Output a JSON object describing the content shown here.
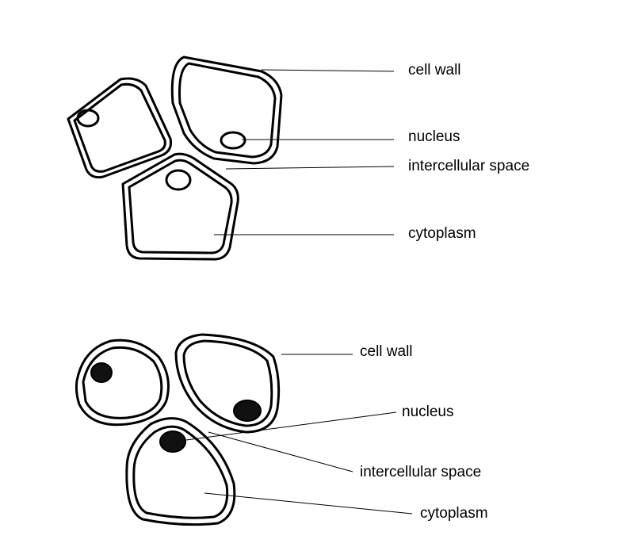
{
  "diagrams": [
    {
      "labels": {
        "cell_wall": "cell wall",
        "nucleus": "nucleus",
        "intercellular_space": "intercellular space",
        "cytoplasm": "cytoplasm"
      }
    },
    {
      "labels": {
        "cell_wall": "cell wall",
        "nucleus": "nucleus",
        "intercellular_space": "intercellular space",
        "cytoplasm": "cytoplasm"
      }
    }
  ]
}
